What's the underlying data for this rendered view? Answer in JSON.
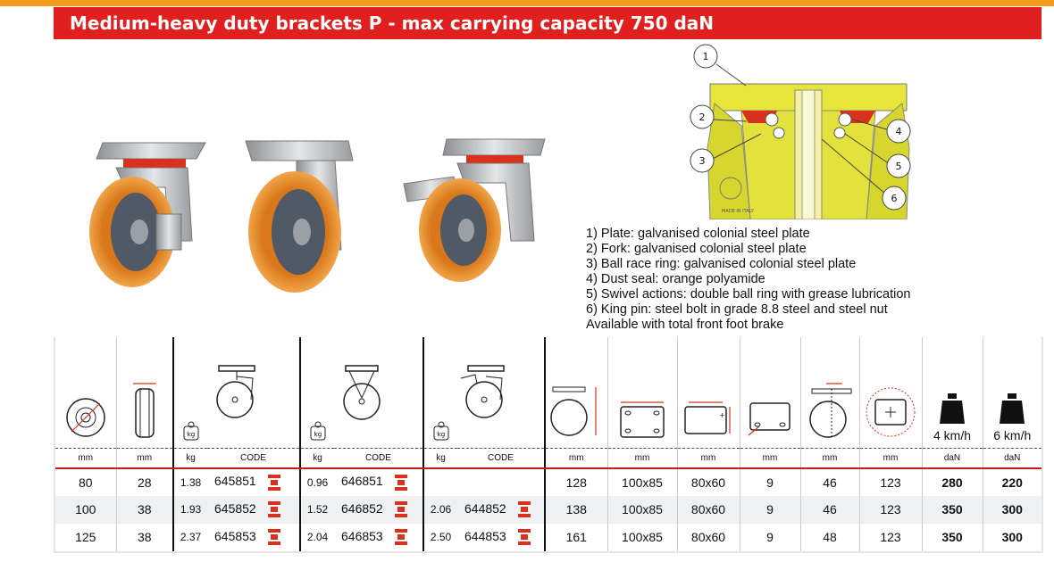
{
  "title": "Medium-heavy duty brackets P - max carrying capacity 750 daN",
  "features": [
    "1)  Plate: galvanised colonial steel plate",
    "2)  Fork: galvanised colonial steel plate",
    "3) Ball race ring: galvanised colonial steel plate",
    "4) Dust seal: orange polyamide",
    "5) Swivel actions: double ball ring with grease lubrication",
    "6)  King pin: steel bolt in grade 8.8 steel and steel nut",
    "Available with total front foot brake"
  ],
  "diagram": {
    "callouts": [
      "1",
      "2",
      "3",
      "4",
      "5",
      "6"
    ],
    "stamp": "MADE IN ITALY"
  },
  "table": {
    "kg_icon_text": "kg",
    "speed_labels": [
      "4 km/h",
      "6 km/h"
    ],
    "units": [
      "mm",
      "mm",
      "kg",
      "CODE",
      "kg",
      "CODE",
      "kg",
      "CODE",
      "mm",
      "mm",
      "mm",
      "mm",
      "mm",
      "mm",
      "daN",
      "daN"
    ],
    "rows": [
      {
        "d": "80",
        "w": "28",
        "kg1": "1.38",
        "c1": "645851",
        "kg2": "0.96",
        "c2": "646851",
        "kg3": "",
        "c3": "",
        "h": "128",
        "plate": "100x85",
        "holes": "80x60",
        "bolt": "9",
        "offset": "46",
        "rad": "123",
        "cap4": "280",
        "cap6": "220"
      },
      {
        "d": "100",
        "w": "38",
        "kg1": "1.93",
        "c1": "645852",
        "kg2": "1.52",
        "c2": "646852",
        "kg3": "2.06",
        "c3": "644852",
        "h": "138",
        "plate": "100x85",
        "holes": "80x60",
        "bolt": "9",
        "offset": "46",
        "rad": "123",
        "cap4": "350",
        "cap6": "300"
      },
      {
        "d": "125",
        "w": "38",
        "kg1": "2.37",
        "c1": "645853",
        "kg2": "2.04",
        "c2": "646853",
        "kg3": "2.50",
        "c3": "644853",
        "h": "161",
        "plate": "100x85",
        "holes": "80x60",
        "bolt": "9",
        "offset": "48",
        "rad": "123",
        "cap4": "350",
        "cap6": "300"
      }
    ]
  },
  "colors": {
    "brand_red": "#e0201f",
    "accent_orange": "#f39a1e",
    "diagram_yellow": "#e6e63a",
    "tread_orange": "#e98a1f"
  }
}
